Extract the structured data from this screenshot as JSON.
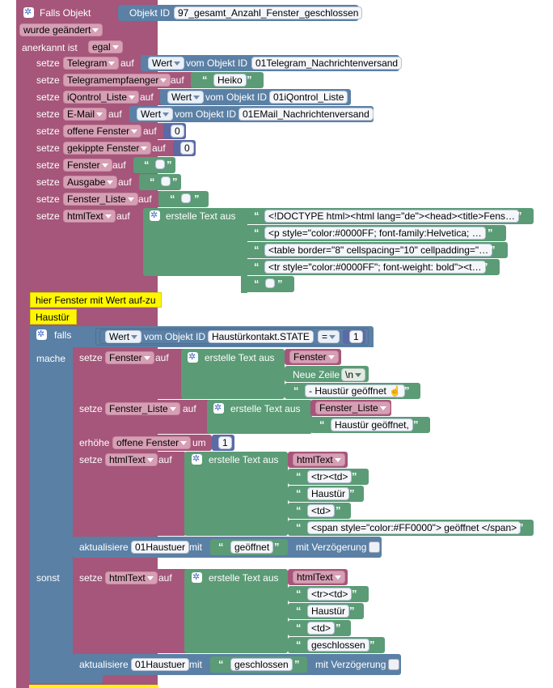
{
  "colors": {
    "pink": "#a5567a",
    "blue": "#5b80a5",
    "green": "#5b9b76",
    "yellow": "#fff700"
  },
  "trigger": {
    "falls_objekt": "Falls Objekt",
    "objekt_id_label": "Objekt ID",
    "objekt_id_value": "97_gesamt_Anzahl_Fenster_geschlossen",
    "wurde": "wurde geändert",
    "anerkannt_label": "anerkannt ist",
    "anerkannt_value": "egal"
  },
  "common": {
    "setze": "setze",
    "auf": "auf",
    "wert": "Wert",
    "vom_objekt_id": "vom Objekt ID",
    "erstelle_text_aus": "erstelle Text aus",
    "open_quote": "“",
    "close_quote": "”",
    "falls": "falls",
    "mache": "mache",
    "sonst": "sonst",
    "erhoehe": "erhöhe",
    "um": "um",
    "aktualisiere": "aktualisiere",
    "mit": "mit",
    "mit_verzoegerung": "mit Verzögerung",
    "neue_zeile": "Neue Zeile",
    "newline_value": "\\n",
    "eq": "="
  },
  "vars": {
    "telegram": "Telegram",
    "telegramempfaenger": "Telegramempfaenger",
    "iqontrol_liste": "iQontrol_Liste",
    "email": "E-Mail",
    "offene_fenster": "offene Fenster",
    "gekippte_fenster": "gekippte Fenster",
    "fenster": "Fenster",
    "ausgabe": "Ausgabe",
    "fenster_liste": "Fenster_Liste",
    "htmltext": "htmlText"
  },
  "values": {
    "telegram_obj": "01Telegram_Nachrichtenversand",
    "heiko": "Heiko",
    "iqontrol_obj": "01iQontrol_Liste",
    "email_obj": "01EMail_Nachrichtenversand",
    "zero1": "0",
    "zero2": "0",
    "html1": "<!DOCTYPE html><html lang=\"de\"><head><title>Fens…",
    "html2": "<p style=\"color:#0000FF; font-family:Helvetica; …",
    "html3": "<table border=\"8\" cellspacing=\"10\" cellpadding=\"…",
    "html4": "<tr style=\"color:#0000FF\"; font-weight: bold\"><t…"
  },
  "comments": {
    "c1": "hier Fenster mit Wert auf-zu",
    "c2": "Haustür"
  },
  "if_block": {
    "state_obj": "Haustürkontakt.STATE",
    "compare_value": "1",
    "haustuer_geoeffnet_line": "- Haustür geöffnet ☝",
    "haustuer_geoeffnet_list": "Haustür geöffnet,",
    "increment": "1",
    "tr_td": "<tr><td>",
    "haustuer": "Haustür",
    "td": "<td>",
    "span_open": "<span style=\"color:#FF0000\"> geöffnet </span>",
    "target": "01Haustuer",
    "geoeffnet": "geöffnet",
    "geschlossen": "geschlossen"
  }
}
